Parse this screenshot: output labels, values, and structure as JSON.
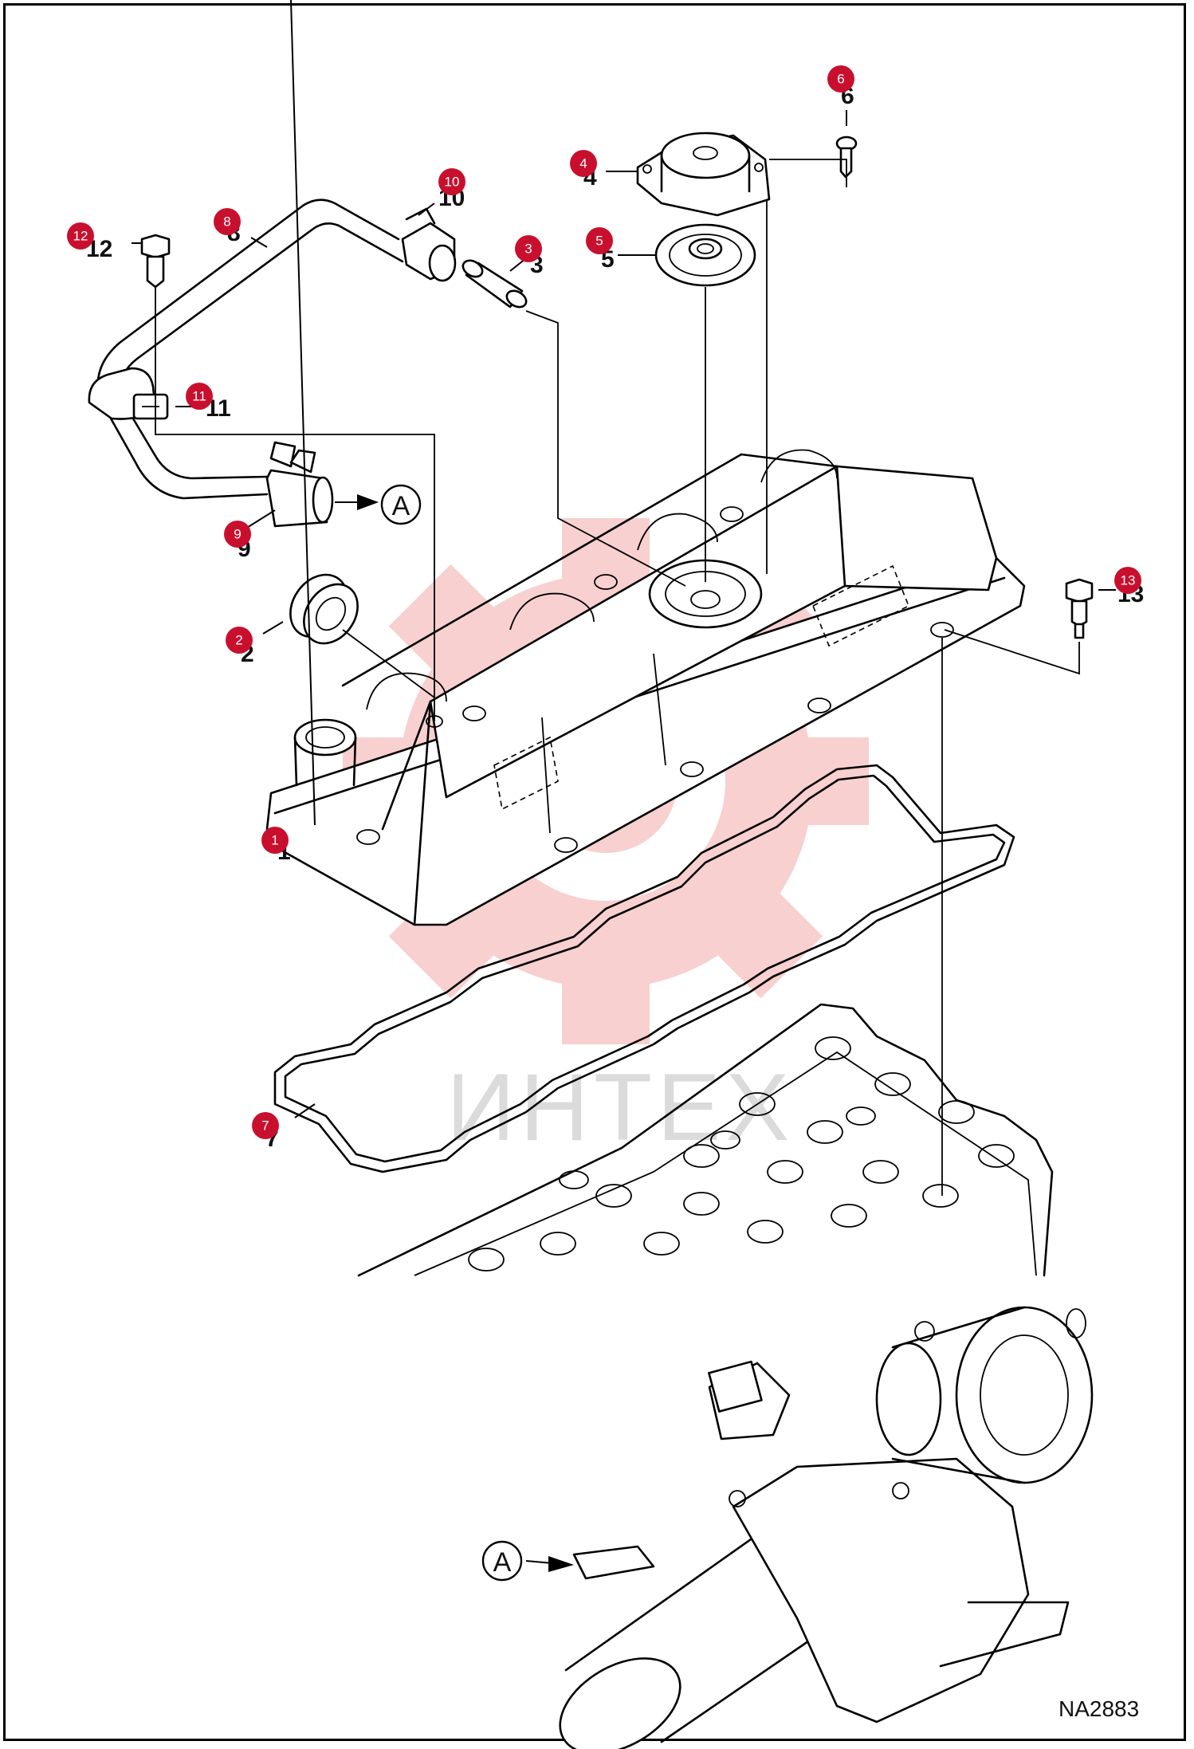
{
  "diagram": {
    "drawing_code": "NA2883",
    "watermark_text": "ИНТЕХ",
    "reference_marker": "A",
    "accent_color": "#c8102e",
    "callouts": [
      {
        "id": "1",
        "label": "1",
        "badge": "1"
      },
      {
        "id": "2",
        "label": "2",
        "badge": "2"
      },
      {
        "id": "3",
        "label": "3",
        "badge": "3"
      },
      {
        "id": "4",
        "label": "4",
        "badge": "4"
      },
      {
        "id": "5",
        "label": "5",
        "badge": "5"
      },
      {
        "id": "6",
        "label": "6",
        "badge": "6"
      },
      {
        "id": "7",
        "label": "7",
        "badge": "7"
      },
      {
        "id": "8",
        "label": "8",
        "badge": "8"
      },
      {
        "id": "9",
        "label": "9",
        "badge": "9"
      },
      {
        "id": "10",
        "label": "10",
        "badge": "10"
      },
      {
        "id": "11",
        "label": "11",
        "badge": "11"
      },
      {
        "id": "12",
        "label": "12",
        "badge": "12"
      },
      {
        "id": "13",
        "label": "13",
        "badge": "13"
      }
    ]
  }
}
